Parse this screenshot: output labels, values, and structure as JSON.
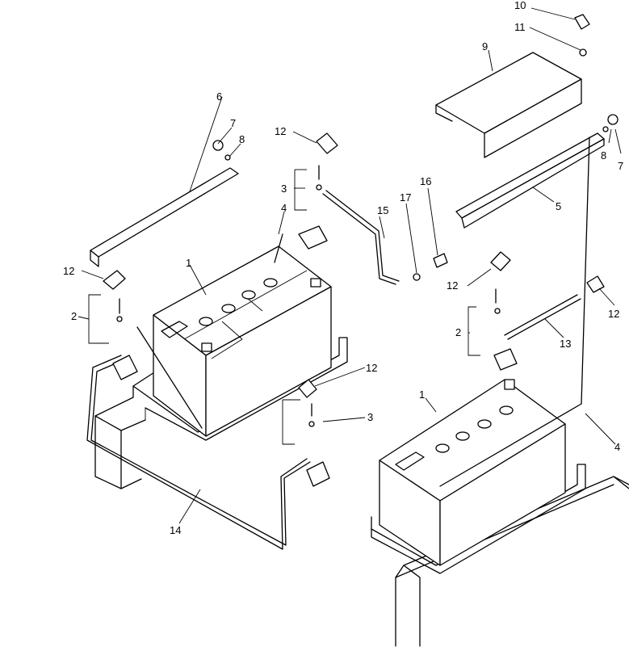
{
  "callouts": {
    "c1a": "1",
    "c1b": "1",
    "c2a": "2",
    "c2b": "2",
    "c3a": "3",
    "c3b": "3",
    "c4a": "4",
    "c4b": "4",
    "c5": "5",
    "c6": "6",
    "c7a": "7",
    "c7b": "7",
    "c8a": "8",
    "c8b": "8",
    "c9": "9",
    "c10": "10",
    "c11": "11",
    "c12a": "12",
    "c12b": "12",
    "c12c": "12",
    "c12d": "12",
    "c12e": "12",
    "c13": "13",
    "c14": "14",
    "c15": "15",
    "c16": "16",
    "c17": "17"
  }
}
